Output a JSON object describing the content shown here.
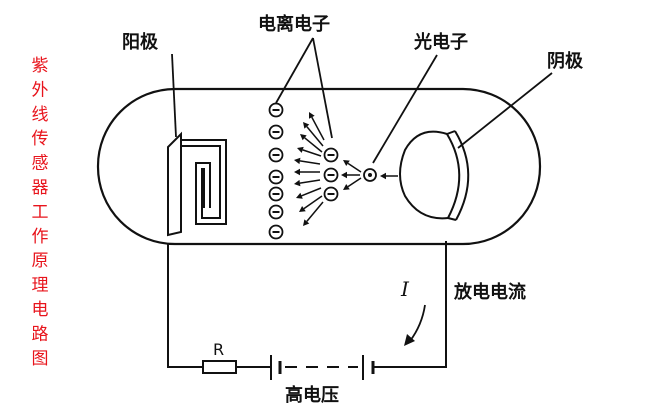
{
  "title_vertical": "紫外线传感器工作原理电路图",
  "labels": {
    "anode": "阳极",
    "ionized_electrons": "电离电子",
    "photoelectron": "光电子",
    "cathode": "阴极",
    "discharge_current": "放电电流",
    "current_symbol": "I",
    "resistor": "R",
    "high_voltage": "高电压"
  },
  "colors": {
    "title": "#e8141c",
    "line": "#111111",
    "background": "#ffffff"
  },
  "icons": {
    "electron": "minus-in-circle",
    "photoelectron": "dot-in-circle"
  }
}
